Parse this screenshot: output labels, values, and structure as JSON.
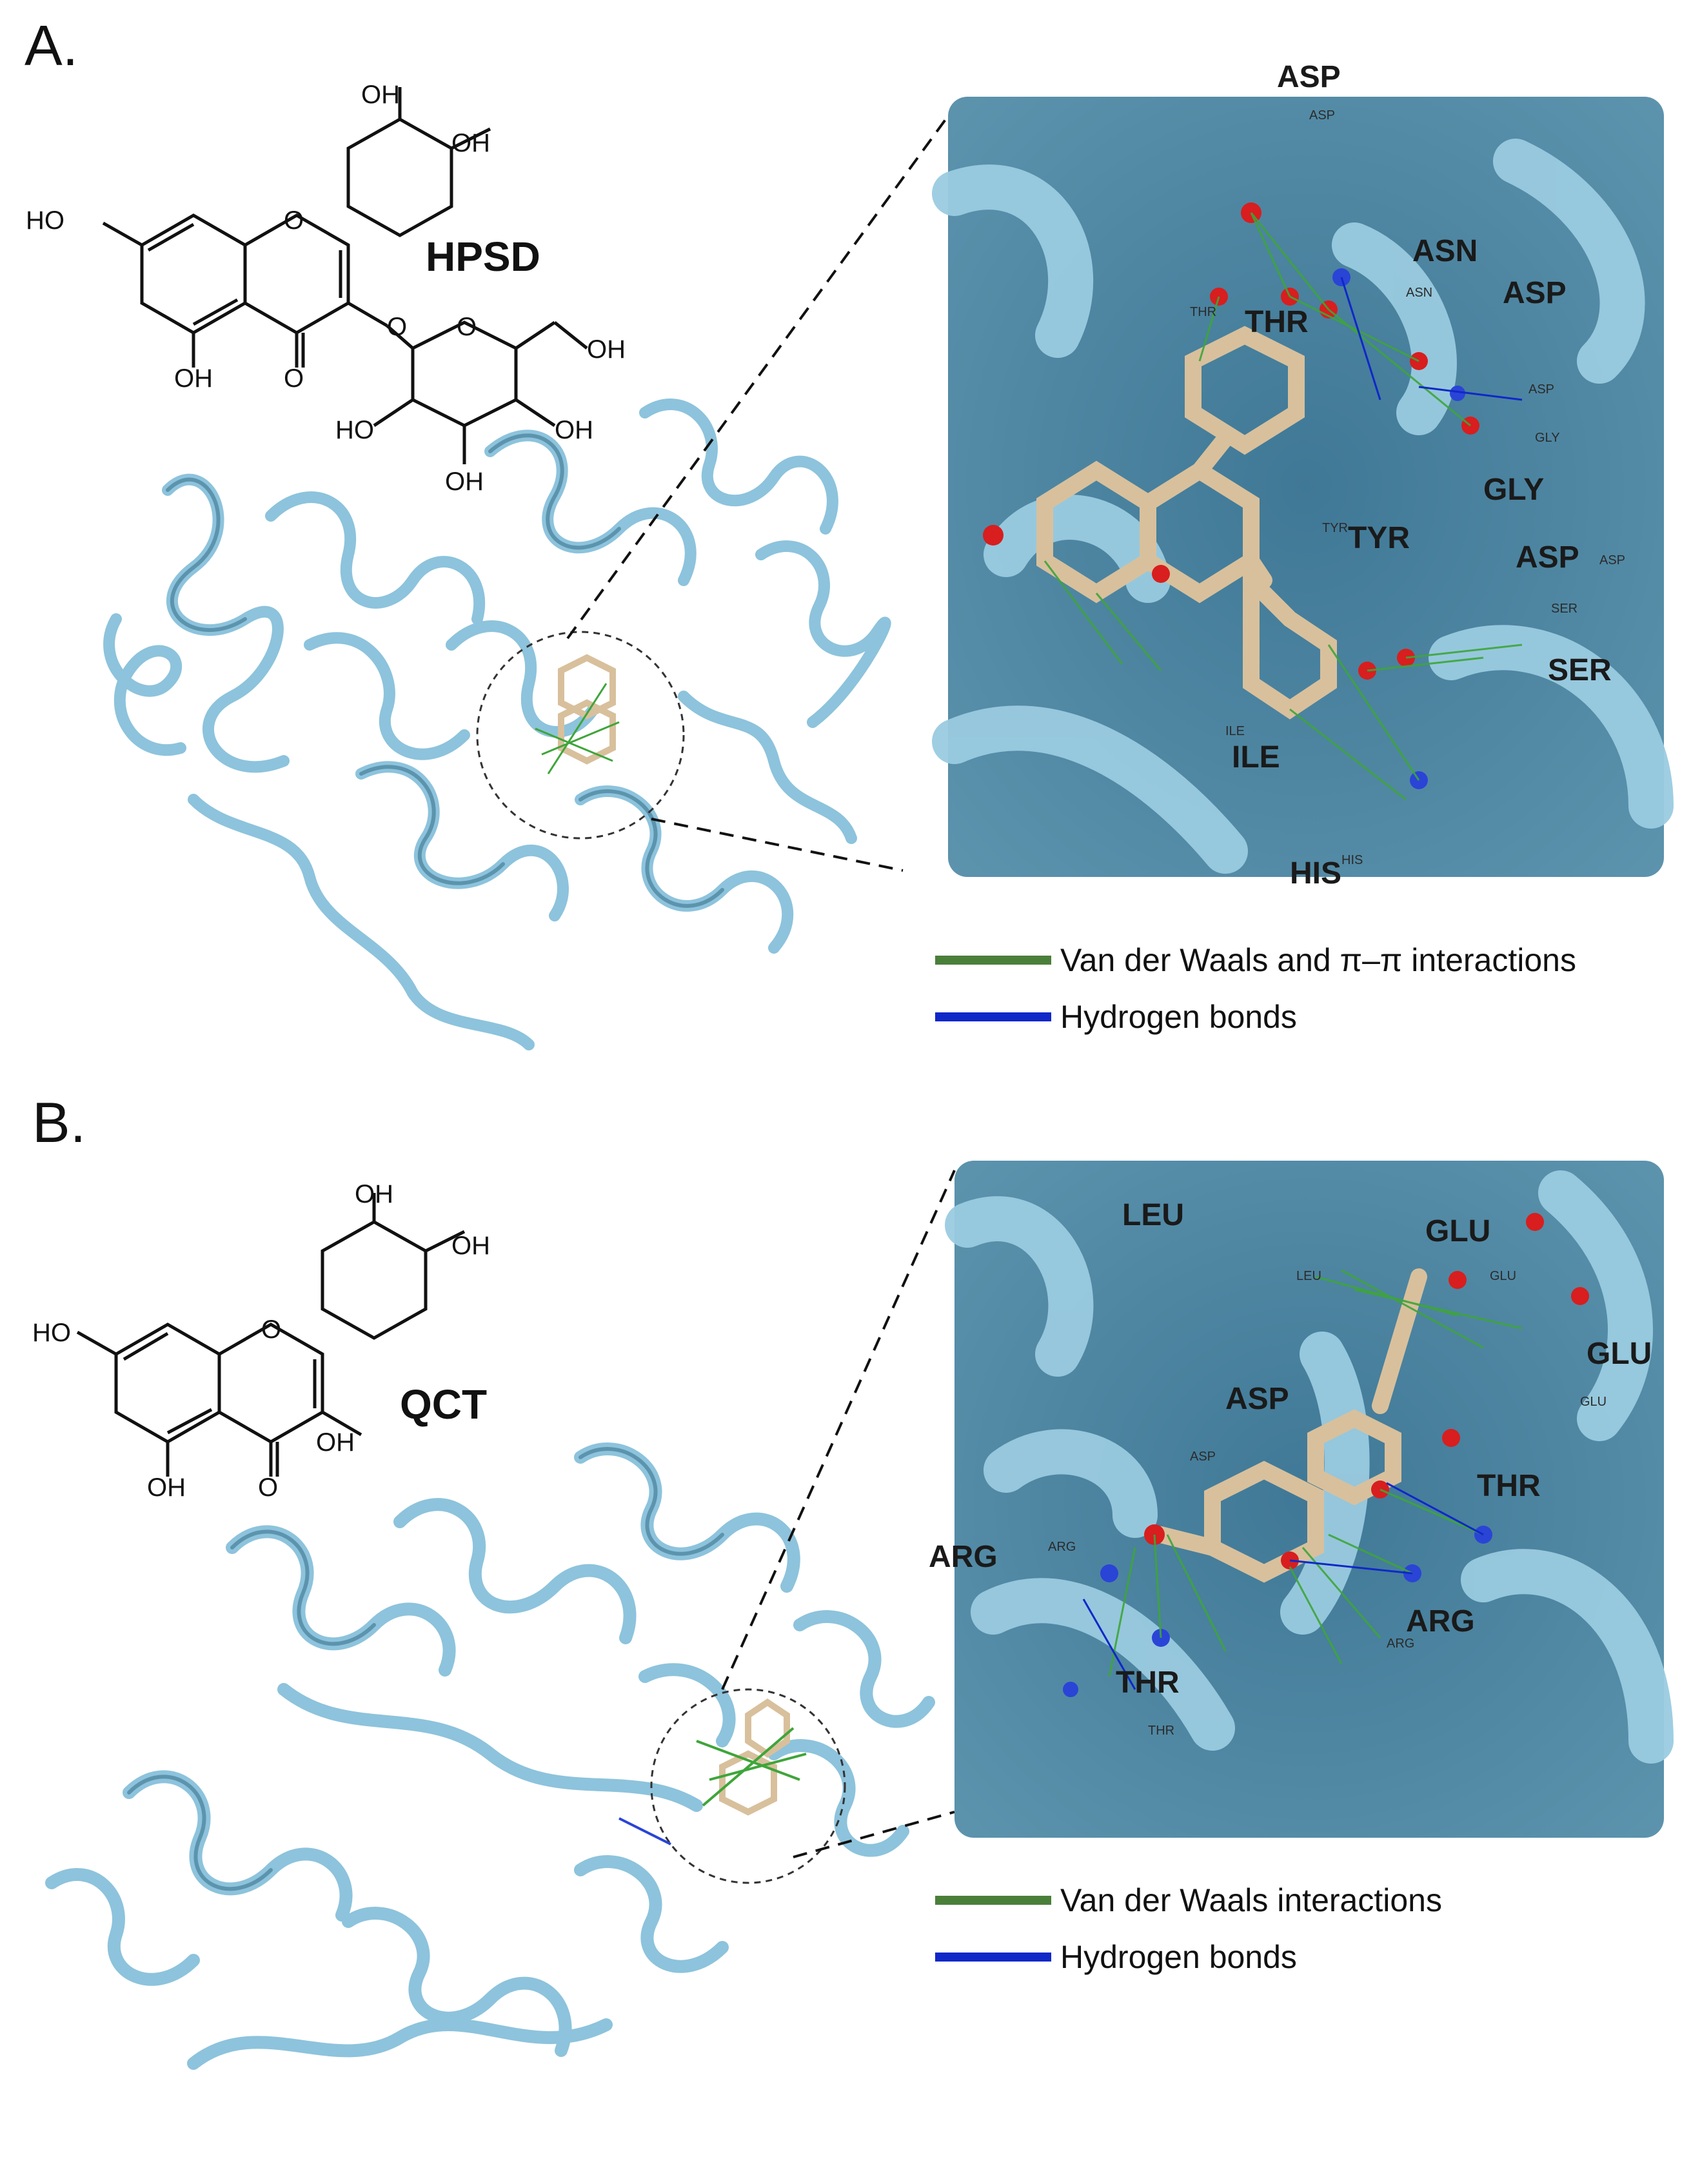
{
  "panels": [
    {
      "letter": "A.",
      "compound": "HPSD",
      "residues": [
        "ASP",
        "ASN",
        "ASP",
        "THR",
        "GLY",
        "TYR",
        "ASP",
        "SER",
        "ILE",
        "HIS"
      ],
      "atom_tags": [
        "ASP",
        "ASN",
        "THR",
        "ASP",
        "GLY",
        "TYR",
        "ASP",
        "SER",
        "ILE",
        "HIS"
      ],
      "legend": [
        {
          "label": "Van der Waals and π–π  interactions",
          "color": "#4a7f3a"
        },
        {
          "label": "Hydrogen bonds",
          "color": "#1028c8"
        }
      ],
      "chem_labels": [
        "OH",
        "OH",
        "HO",
        "O",
        "O",
        "OH",
        "O",
        "O",
        "OH",
        "HO",
        "OH",
        "OH"
      ]
    },
    {
      "letter": "B.",
      "compound": "QCT",
      "residues": [
        "LEU",
        "GLU",
        "GLU",
        "ASP",
        "THR",
        "ARG",
        "ARG",
        "THR"
      ],
      "atom_tags": [
        "LEU",
        "GLU",
        "GLU",
        "ASP",
        "ARG",
        "ARG",
        "THR"
      ],
      "legend": [
        {
          "label": "Van der Waals interactions",
          "color": "#4a7f3a"
        },
        {
          "label": "Hydrogen bonds",
          "color": "#1028c8"
        }
      ],
      "chem_labels": [
        "OH",
        "OH",
        "HO",
        "O",
        "OH",
        "OH",
        "O"
      ]
    }
  ],
  "colors": {
    "protein": "#8dc3dc",
    "protein_dark": "#4f8aa6",
    "ligand": "#d8c09c",
    "oxygen": "#d81e1e",
    "nitrogen": "#2a44d6",
    "vdw": "#3fa53a",
    "hbond": "#1028c8"
  }
}
